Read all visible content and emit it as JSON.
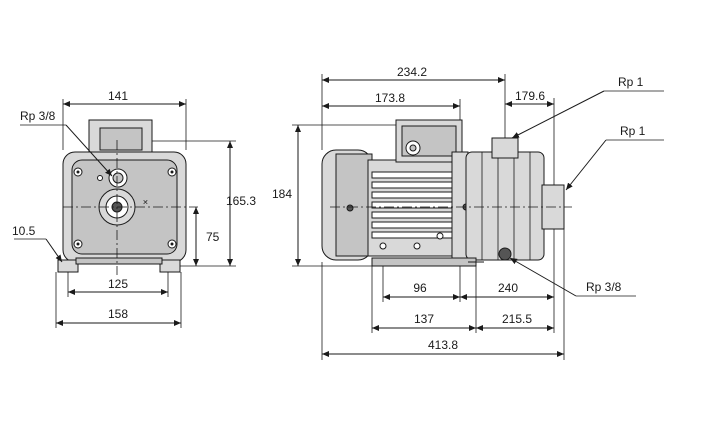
{
  "colors": {
    "body": "#d9d9d9",
    "shade": "#c4c4c4",
    "line": "#1a1a1a",
    "background": "#ffffff"
  },
  "front_view": {
    "dim_width_top": "141",
    "dim_height_total": "165.3",
    "dim_axis_height": "75",
    "dim_foot_inner": "125",
    "dim_foot_outer": "158",
    "dim_foot_thickness": "10.5",
    "port_label": "Rp 3/8"
  },
  "side_view": {
    "dim_overall_top": "234.2",
    "dim_motor_top": "173.8",
    "dim_outlet": "179.6",
    "dim_height": "184",
    "dim_foot_a": "96",
    "dim_foot_b": "240",
    "dim_foot_c": "137",
    "dim_foot_d": "215.5",
    "dim_overall_length": "413.8",
    "outlet_label": "Rp 1",
    "inlet_label": "Rp 1",
    "drain_label": "Rp 3/8"
  }
}
